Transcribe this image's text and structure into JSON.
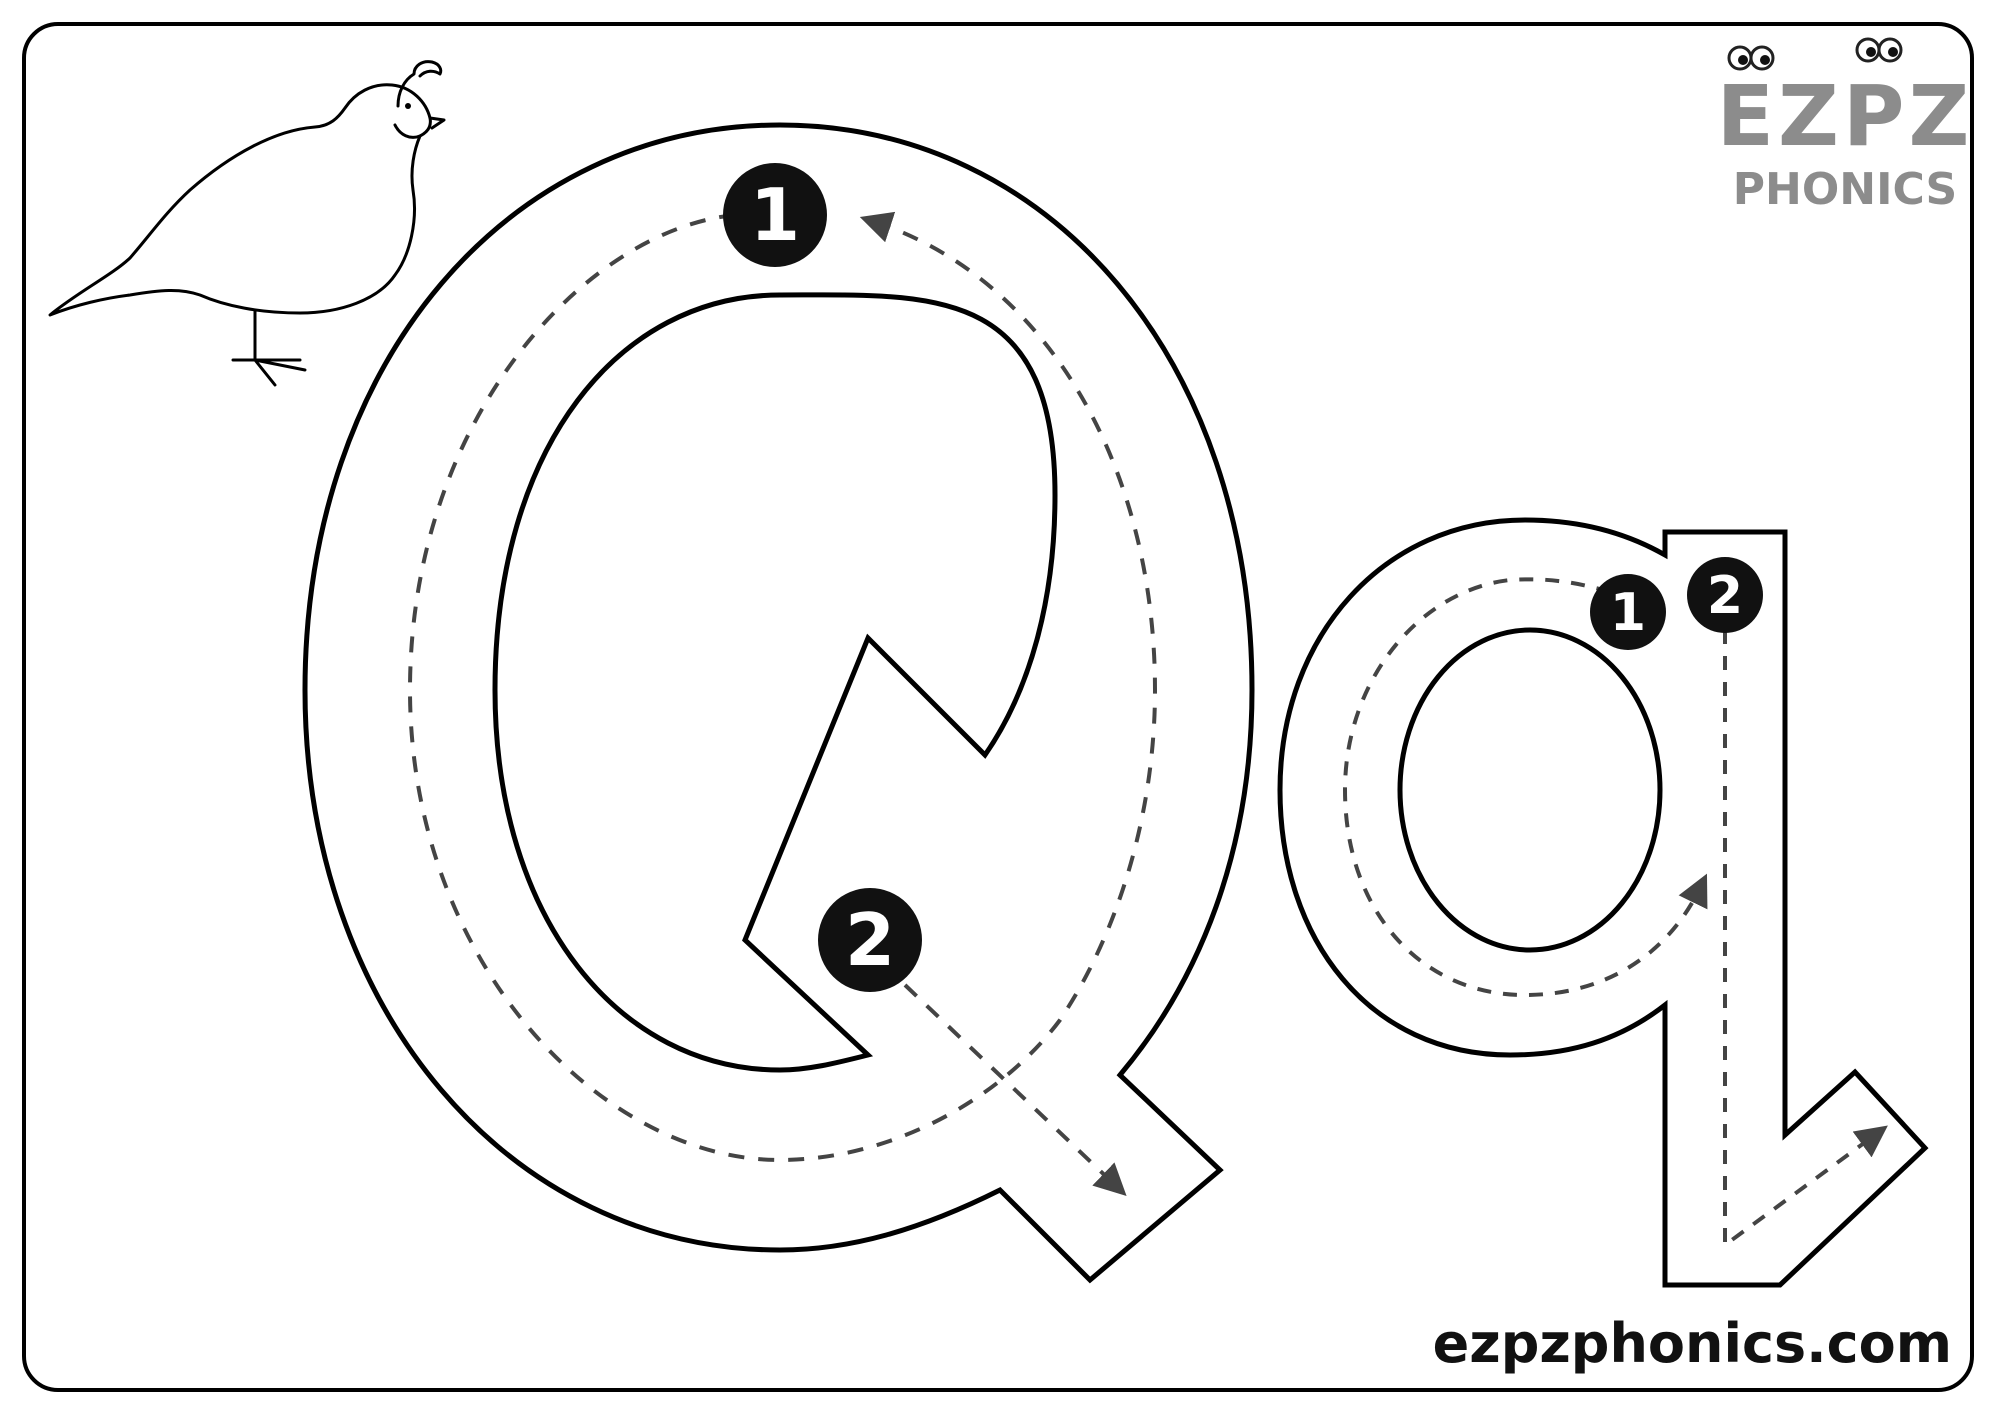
{
  "logo": {
    "main_text": "EZPZ",
    "sub_text": "PHONICS"
  },
  "footer": {
    "url": "ezpzphonics.com"
  },
  "uppercase": {
    "letter": "Q",
    "steps": [
      "1",
      "2"
    ]
  },
  "lowercase": {
    "letter": "q",
    "steps": [
      "1",
      "2"
    ]
  },
  "picture": {
    "subject": "quail"
  },
  "colors": {
    "outline": "#000000",
    "guide": "#444444",
    "step_badge": "#111111",
    "logo": "#8c8c8c"
  }
}
